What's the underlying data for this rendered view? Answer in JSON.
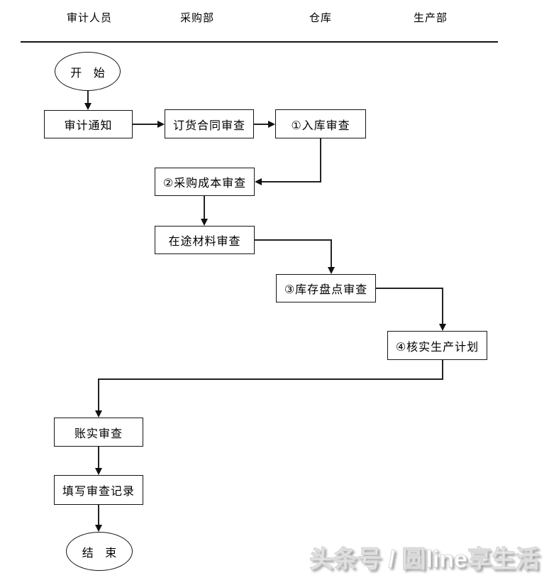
{
  "lanes": {
    "items": [
      {
        "label": "审计人员"
      },
      {
        "label": "采购部"
      },
      {
        "label": "仓库"
      },
      {
        "label": "生产部"
      }
    ]
  },
  "flow": {
    "start_label": "开 始",
    "end_label": "结 束",
    "steps": [
      {
        "label": "审计通知"
      },
      {
        "label": "订货合同审查"
      },
      {
        "label": "①入库审查"
      },
      {
        "label": "②采购成本审查"
      },
      {
        "label": "在途材料审查"
      },
      {
        "label": "③库存盘点审查"
      },
      {
        "label": "④核实生产计划"
      },
      {
        "label": "账实审查"
      },
      {
        "label": "填写审查记录"
      }
    ]
  },
  "watermark": {
    "text": "头条号 / 圆line享生活"
  },
  "colors": {
    "line": "#151515",
    "background": "#ffffff"
  }
}
